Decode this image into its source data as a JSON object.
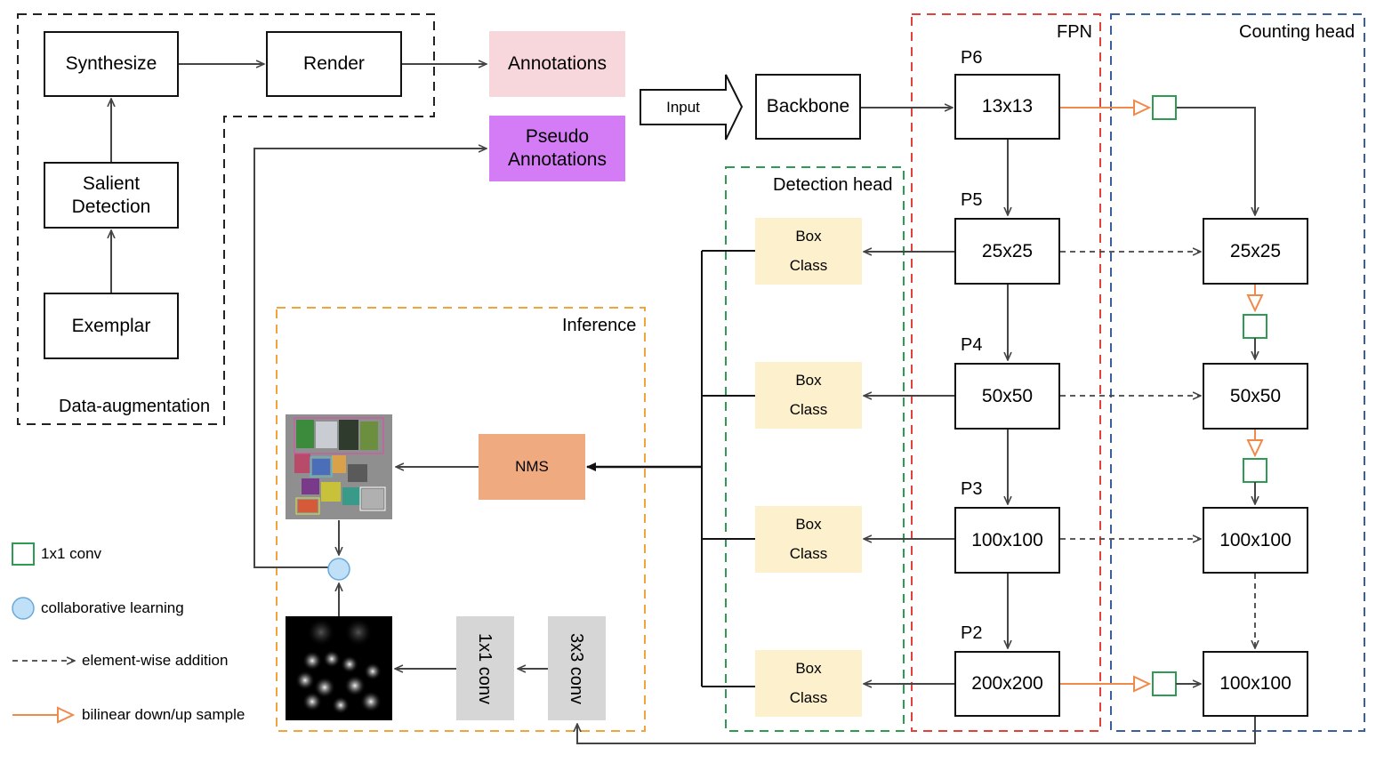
{
  "augmentation": {
    "title": "Data-augmentation",
    "synthesize": "Synthesize",
    "render": "Render",
    "salient": [
      "Salient",
      "Detection"
    ],
    "exemplar": "Exemplar"
  },
  "outputs": {
    "annotations": "Annotations",
    "pseudo": [
      "Pseudo",
      "Annotations"
    ]
  },
  "input_label": "Input",
  "backbone": "Backbone",
  "fpn": {
    "title": "FPN",
    "levels": [
      {
        "name": "P6",
        "size": "13x13"
      },
      {
        "name": "P5",
        "size": "25x25"
      },
      {
        "name": "P4",
        "size": "50x50"
      },
      {
        "name": "P3",
        "size": "100x100"
      },
      {
        "name": "P2",
        "size": "200x200"
      }
    ]
  },
  "detection_head": {
    "title": "Detection head",
    "box": "Box",
    "class": "Class"
  },
  "counting_head": {
    "title": "Counting head",
    "sizes": [
      "25x25",
      "50x50",
      "100x100",
      "100x100"
    ]
  },
  "inference": {
    "title": "Inference",
    "nms": "NMS",
    "conv1": "1x1 conv",
    "conv3": "3x3 conv"
  },
  "legend": {
    "conv": "1x1 conv",
    "collab": "collaborative learning",
    "add": "element-wise addition",
    "sample": "bilinear down/up sample"
  },
  "colors": {
    "augmentation_border": "#222222",
    "annotations_fill": "#f8d7dc",
    "pseudo_fill": "#d47cf5",
    "fpn_border": "#e0413a",
    "counting_border": "#3a5f9f",
    "detection_border": "#2e9a52",
    "inference_border": "#f0a43a",
    "head_fill": "#fdf0cc",
    "nms_fill": "#f0aa80",
    "conv_fill": "#d6d6d6",
    "sample_arrow": "#f08a4b",
    "conv_square": "#2e9a52",
    "collab_fill": "#bfe0f7"
  }
}
